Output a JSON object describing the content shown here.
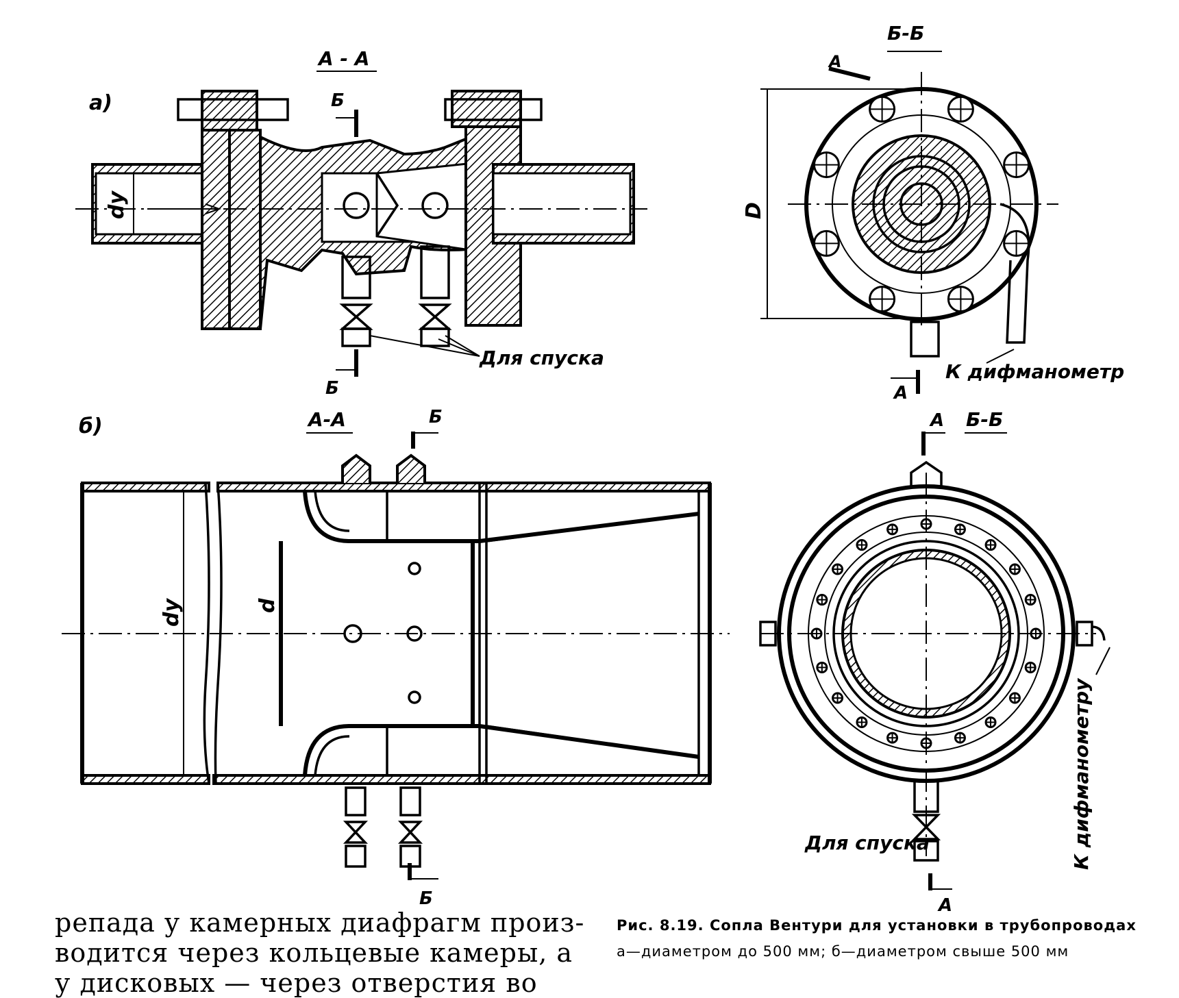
{
  "view_a": {
    "panel_label": "а)",
    "section_title": "А - А",
    "cut_label_top": "Б",
    "cut_label_bottom": "Б",
    "diameter_label": "dу",
    "drain_label": "Для спуска"
  },
  "view_a_section": {
    "section_title": "Б-Б",
    "cut_label_top": "А",
    "cut_label_bottom": "А",
    "diameter_label": "D",
    "manometer_label": "К дифманометр"
  },
  "view_b": {
    "panel_label": "б)",
    "section_title": "А-А",
    "cut_label_top": "Б",
    "cut_label_bottom": "Б",
    "pipe_diameter_label": "dу",
    "throat_diameter_label": "d"
  },
  "view_b_section": {
    "section_title": "Б-Б",
    "cut_label_top": "А",
    "cut_label_bottom": "А",
    "drain_label": "Для спуска",
    "manometer_label": "К дифманометру"
  },
  "body_text": {
    "line1": "репада у камерных диафрагм произ-",
    "line2": "водится через кольцевые камеры, а",
    "line3": "у   дисковых — через   отверстия   во"
  },
  "caption": {
    "title": "Рис. 8.19. Сопла Вентури для установки в трубопроводах",
    "legend": "а—диаметром до 500 мм; б—диаметром свыше 500 мм"
  }
}
